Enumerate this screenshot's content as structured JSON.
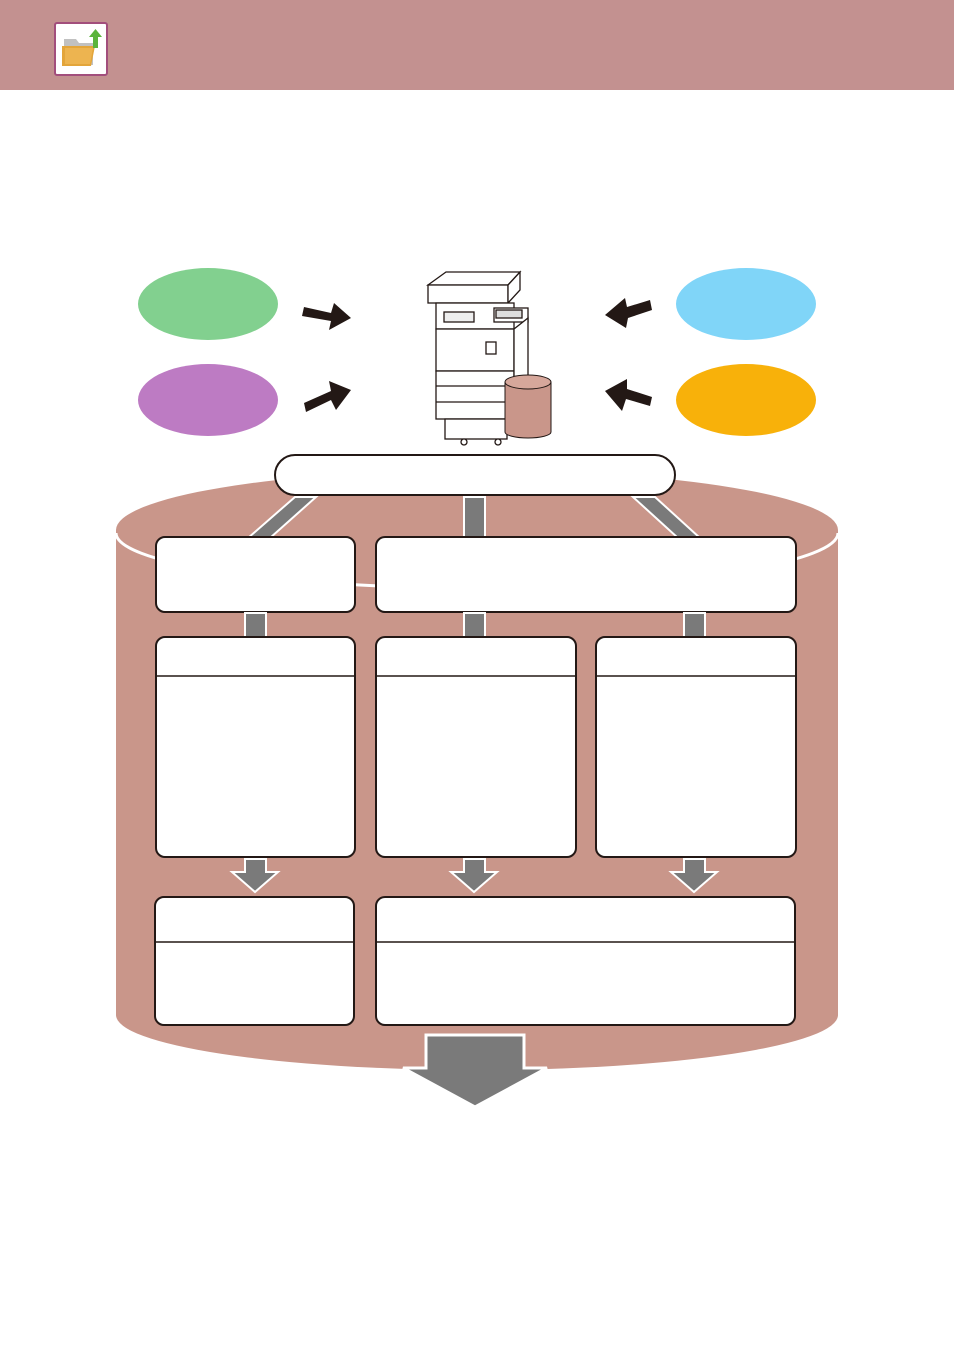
{
  "header": {
    "icon": "folder-upload-icon",
    "background_color": "#c39190"
  },
  "diagram": {
    "sources_left": [
      {
        "name": "source-green",
        "color": "#82d08f"
      },
      {
        "name": "source-purple",
        "color": "#bd7bc3"
      }
    ],
    "sources_right": [
      {
        "name": "source-blue",
        "color": "#80d5f8"
      },
      {
        "name": "source-orange",
        "color": "#f8b10a"
      }
    ],
    "device": "multifunction-printer-with-storage",
    "storage_color": "#c9968a",
    "container_color": "#c9968a",
    "arrow_color": "#7a7a7a"
  }
}
